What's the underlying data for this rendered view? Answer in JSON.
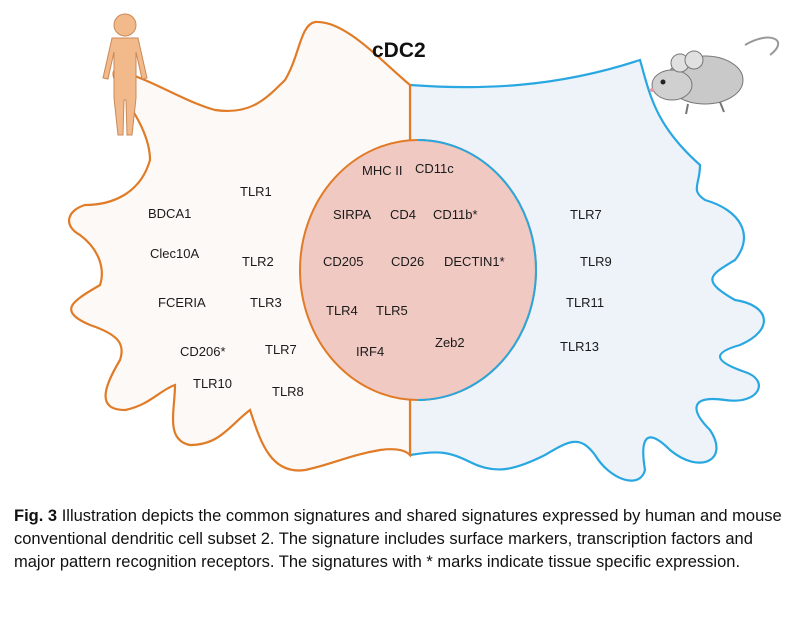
{
  "title": "cDC2",
  "left_labels": [
    "BDCA1",
    "TLR1",
    "Clec10A",
    "TLR2",
    "FCERIA",
    "TLR3",
    "CD206*",
    "TLR7",
    "TLR10",
    "TLR8"
  ],
  "shared_labels": [
    "MHC II",
    "CD11c",
    "SIRPA",
    "CD4",
    "CD11b*",
    "CD205",
    "CD26",
    "DECTIN1*",
    "TLR4",
    "TLR5",
    "IRF4",
    "Zeb2"
  ],
  "right_labels": [
    "TLR7",
    "TLR9",
    "TLR11",
    "TLR13"
  ],
  "colors": {
    "human_outline": "#e07b27",
    "mouse_outline": "#29a7e1",
    "overlap_fill": "#f0c9c2",
    "right_fill": "#eef3f9",
    "left_fill": "#fdf9f6"
  },
  "icons": {
    "human": "human-figure-icon",
    "mouse": "mouse-icon"
  },
  "caption": {
    "fig_label": "Fig. 3",
    "text": "Illustration depicts the common signatures and shared signatures expressed by human and mouse conventional dendritic cell subset 2. The signature includes surface markers, transcription factors and major pattern recognition receptors. The signatures with * marks indicate tissue specific expression."
  }
}
